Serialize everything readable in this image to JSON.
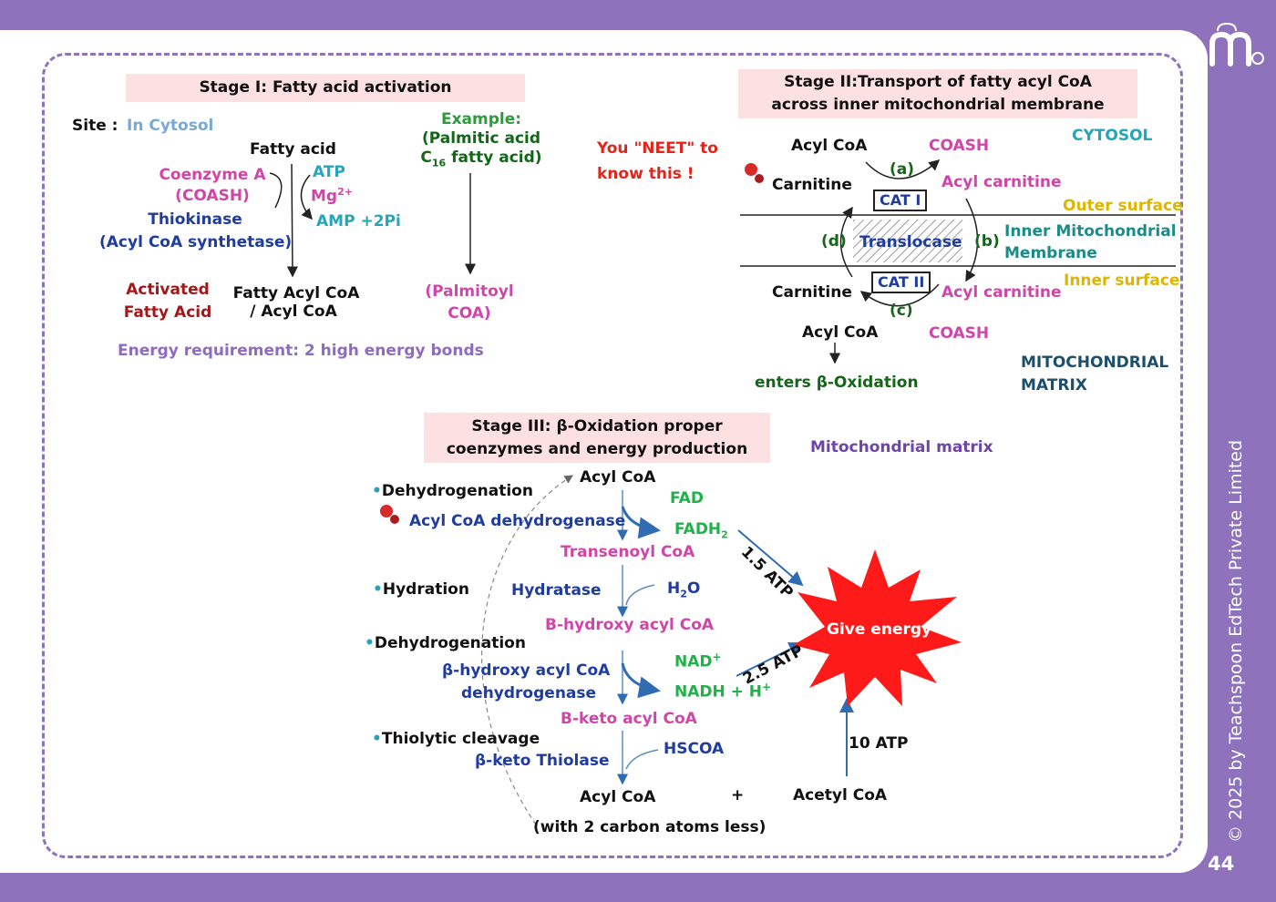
{
  "stage1": {
    "title": "Stage I: Fatty acid activation",
    "site_label": "Site :",
    "site_value": "In Cytosol",
    "fatty_acid": "Fatty acid",
    "coenzyme_a": "Coenzyme A",
    "coash": "(COASH)",
    "thiokinase": "Thiokinase",
    "synthetase": "(Acyl CoA synthetase)",
    "atp": "ATP",
    "mg": "Mg",
    "mg_sup": "2+",
    "amp": "AMP +2Pi",
    "example_label": "Example:",
    "palmitic_1": "(Palmitic acid",
    "palmitic_2a": "C",
    "palmitic_2sub": "16",
    "palmitic_2b": " fatty acid)",
    "palmitoyl_1": "(Palmitoyl",
    "palmitoyl_2": "COA)",
    "activated_1": "Activated",
    "activated_2": "Fatty Acid",
    "product_1": "Fatty Acyl CoA",
    "product_2": "/ Acyl CoA",
    "energy": "Energy requirement: 2 high energy bonds"
  },
  "neet": {
    "line1": "You \"NEET\" to",
    "line2": "know this !"
  },
  "stage2": {
    "title_1": "Stage II:Transport of fatty acyl CoA",
    "title_2": "across inner mitochondrial membrane",
    "cytosol": "CYTOSOL",
    "acyl_coa_top": "Acyl CoA",
    "coash_top": "COASH",
    "step_a": "(a)",
    "carnitine_top": "Carnitine",
    "acyl_carnitine_top": "Acyl carnitine",
    "cat1": "CAT I",
    "outer_surface": "Outer surface",
    "step_d": "(d)",
    "translocase": "Translocase",
    "step_b": "(b)",
    "imm_1": "Inner Mitochondrial",
    "imm_2": "Membrane",
    "cat2": "CAT II",
    "inner_surface": "Inner surface",
    "carnitine_bottom": "Carnitine",
    "acyl_carnitine_bottom": "Acyl carnitine",
    "step_c": "(c)",
    "acyl_coa_bottom": "Acyl CoA",
    "coash_bottom": "COASH",
    "enters": "enters β-Oxidation",
    "matrix_1": "MITOCHONDRIAL",
    "matrix_2": "MATRIX"
  },
  "stage3": {
    "title_1": "Stage III: β-Oxidation proper",
    "title_2": "coenzymes and energy production",
    "matrix_label": "Mitochondrial matrix",
    "acyl_coa_start": "Acyl CoA",
    "bullet_1": "Dehydrogenation",
    "enzyme_1": "Acyl CoA dehydrogenase",
    "fad": "FAD",
    "fadh2": "FADH",
    "fadh2_sub": "2",
    "transenoyl": "Transenoyl CoA",
    "bullet_2": "Hydration",
    "enzyme_2": "Hydratase",
    "h2o": "H",
    "h2o_sub": "2",
    "h2o_end": "O",
    "hydroxy": "B-hydroxy acyl CoA",
    "bullet_3": "Dehydrogenation",
    "enzyme_3a": "β-hydroxy acyl CoA",
    "enzyme_3b": "dehydrogenase",
    "nad": "NAD",
    "nad_sup": "+",
    "nadh": "NADH + H",
    "nadh_sup": "+",
    "keto": "B-keto acyl CoA",
    "bullet_4": "Thiolytic cleavage",
    "enzyme_4": "β-keto Thiolase",
    "hscoa": "HSCOA",
    "acyl_coa_end": "Acyl CoA",
    "plus": "+",
    "acetyl_coa": "Acetyl CoA",
    "less_carbon": "(with 2 carbon atoms less)",
    "atp_fadh2": "1.5 ATP",
    "atp_nadh": "2.5 ATP",
    "atp_acetyl": "10 ATP",
    "give_energy": "Give energy"
  },
  "footer": {
    "copyright": "© 2025 by Teachspoon EdTech Private Limited",
    "page": "44"
  },
  "colors": {
    "border": "#8e72bb",
    "title_box": "#fde0e2",
    "burst": "#ff1a1a",
    "arrow_blue": "#2f6cb3"
  }
}
